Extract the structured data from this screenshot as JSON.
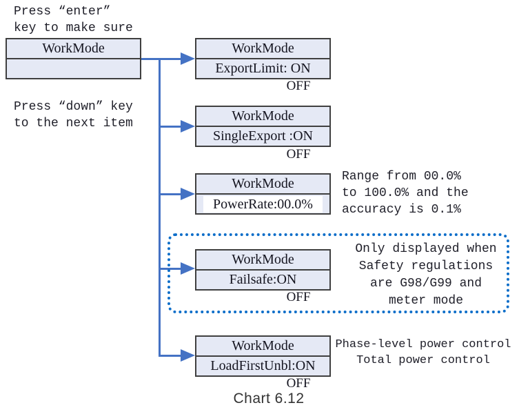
{
  "colors": {
    "connector_blue": "#4472C4",
    "dashed_callout_blue": "#0D6EC9",
    "box_fill": "#E5E9F5",
    "box_border": "#3F3F3F"
  },
  "instructions": {
    "enter_key": "Press “enter”\nkey to make sure",
    "down_key": "Press “down” key\nto the next item"
  },
  "root_box": {
    "title": "WorkMode",
    "body": ""
  },
  "branches": [
    {
      "title": "WorkMode",
      "body": "ExportLimit: ON",
      "alt": "OFF"
    },
    {
      "title": "WorkMode",
      "body": "SingleExport :ON",
      "alt": "OFF"
    },
    {
      "title": "WorkMode",
      "body": "PowerRate:00.0%",
      "note": "Range from 00.0%\nto 100.0% and the\naccuracy is 0.1%"
    },
    {
      "title": "WorkMode",
      "body": "Failsafe:ON",
      "alt": "OFF",
      "note": "Only displayed when\nSafety regulations\nare G98/G99 and\nmeter mode"
    },
    {
      "title": "WorkMode",
      "body": "LoadFirstUnbl:ON",
      "alt": "OFF",
      "note": "Phase-level power control\nTotal power control"
    }
  ],
  "caption": "Chart 6.12"
}
